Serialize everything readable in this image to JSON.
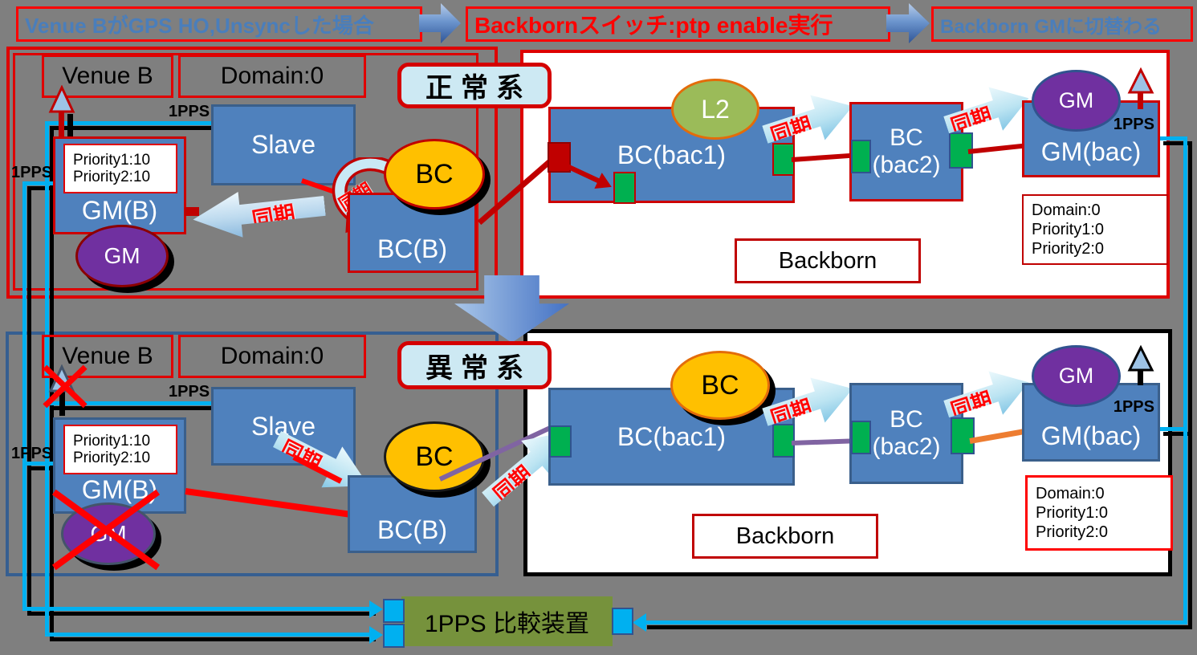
{
  "header": {
    "step1": "Venue BがGPS HO,Unsyncした場合",
    "step2": "Backbornスイッチ:ptp  enable実行",
    "step3": "Backborn GMに切替わる"
  },
  "labels": {
    "sync": "同期",
    "pps": "1PPS",
    "normal": "正常系",
    "abnormal": "異常系",
    "backborn": "Backborn",
    "device": "1PPS 比較装置",
    "venue": "Venue B",
    "domain": "Domain:0"
  },
  "nodes": {
    "slave": "Slave",
    "gmb": "GM(B)",
    "gm": "GM",
    "bc": "BC",
    "bcb": "BC(B)",
    "l2": "L2",
    "bcbac1": "BC(bac1)",
    "bcbac2_l1": "BC",
    "bcbac2_l2": "(bac2)",
    "gmbac": "GM(bac)"
  },
  "venue_settings": {
    "priority1": "Priority1:10",
    "priority2": "Priority2:10"
  },
  "backbone_settings": {
    "domain": "Domain:0",
    "priority1": "Priority1:0",
    "priority2": "Priority2:0"
  },
  "colors": {
    "background": "#7F7F7F",
    "node_blue": "#4F81BD",
    "accent_red": "#DE0000",
    "cable_cyan": "#00B0F0",
    "port_green": "#00B050",
    "gm_purple": "#7030A0",
    "bc_orange": "#FFC000",
    "l2_green": "#9BBB59",
    "device_olive": "#76923C",
    "container_blue": "#365F91",
    "link_purple": "#8064A2",
    "link_orange": "#ED7D31"
  }
}
